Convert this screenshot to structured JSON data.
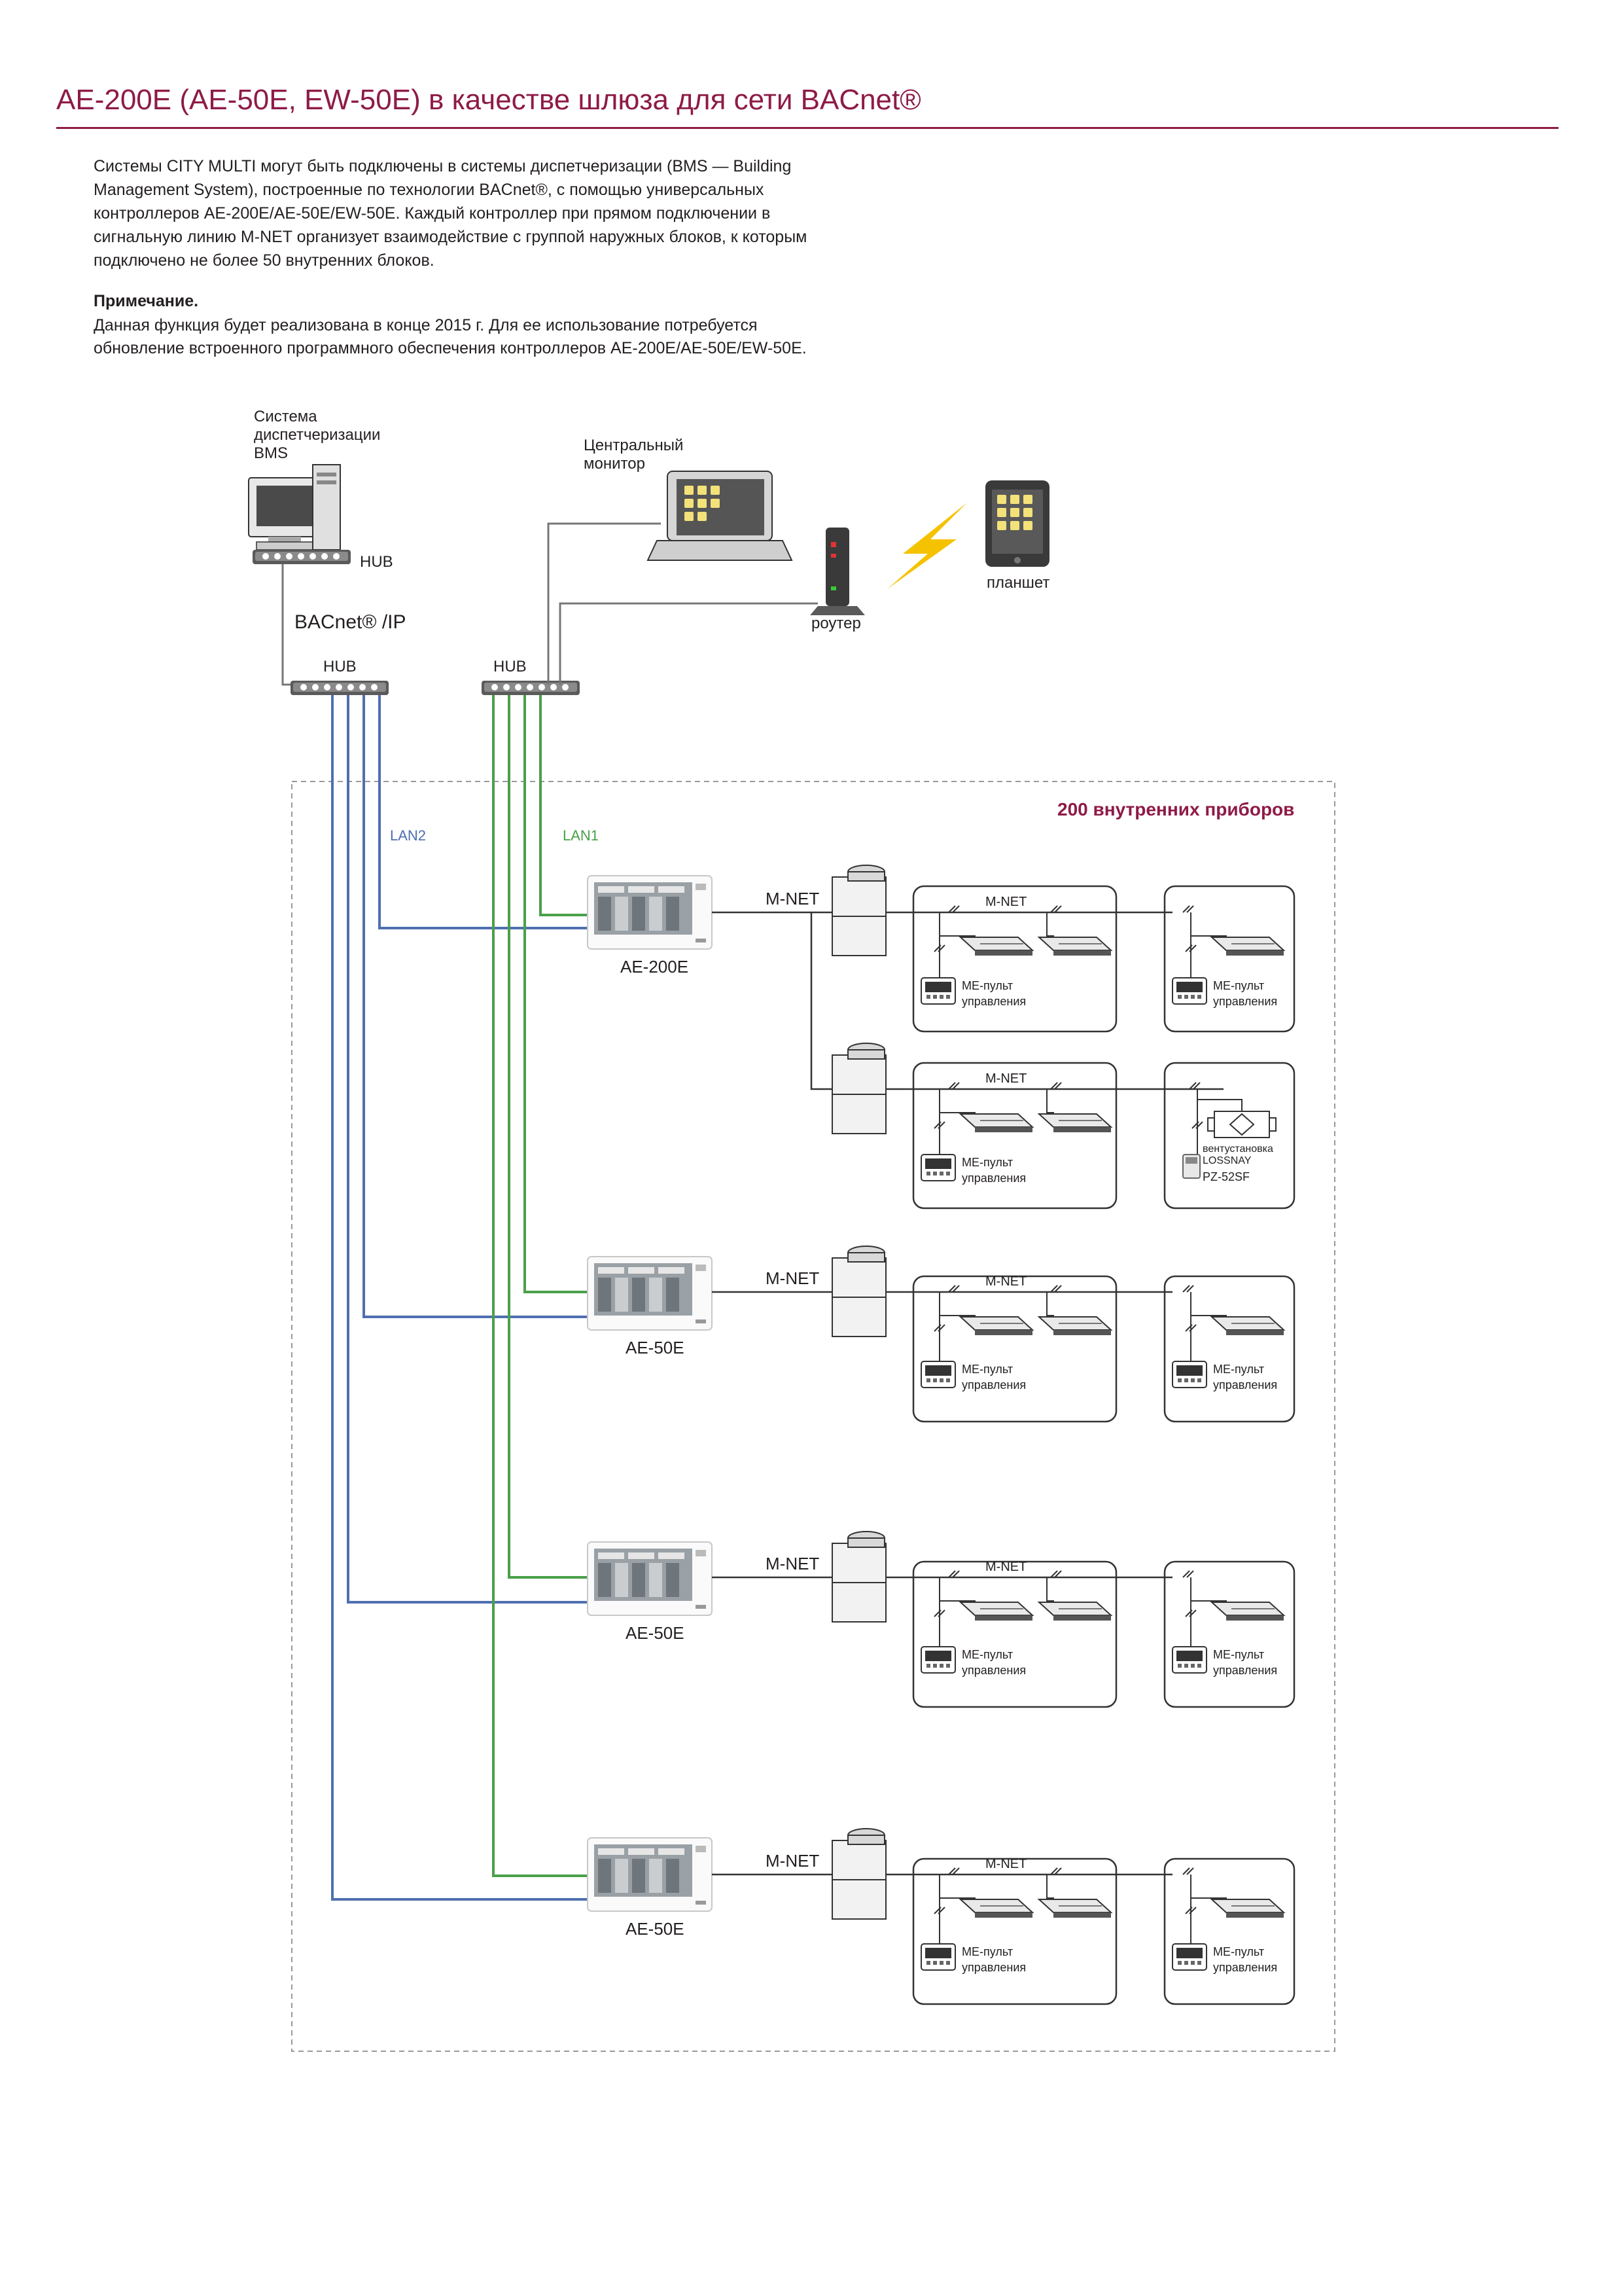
{
  "page": {
    "title": "AE-200E (AE-50E, EW-50E) в качестве шлюза для сети BACnet®",
    "paragraph": "Системы CITY MULTI могут быть подключены в системы диспетчеризации (BMS — Building\nManagement System), построенные по технологии BACnet®, с помощью универсальных\nконтроллеров AE-200E/AE-50E/EW-50E. Каждый контроллер при прямом подключении в\nсигнальную линию M-NET организует взаимодействие с группой наружных блоков, к которым\nподключено не более 50 внутренних блоков.",
    "note_heading": "Примечание.",
    "note_text": "Данная функция будет реализована в конце 2015 г. Для ее использование потребуется\nобновление встроенного программного обеспечения контроллеров AE-200E/AE-50E/EW-50E."
  },
  "diagram": {
    "bms_label": [
      "Система",
      "диспетчеризации",
      "BMS"
    ],
    "hub_label": "HUB",
    "bacnet_label": "BACnet® /IP",
    "monitor_label": [
      "Центральный",
      "монитор"
    ],
    "router_label": "роутер",
    "tablet_label": "планшет",
    "area_label": "200 внутренних приборов",
    "lan1_label": "LAN1",
    "lan2_label": "LAN2",
    "mnet_label": "M-NET",
    "controllers": [
      "AE-200E",
      "AE-50E",
      "AE-50E",
      "AE-50E"
    ],
    "remote_label": [
      "МЕ-пульт",
      "управления"
    ],
    "lossnay_label": [
      "вентустановка",
      "LOSSNAY"
    ],
    "pz_label": "PZ-52SF",
    "colors": {
      "accent": "#8e1b47",
      "lan1": "#4aa04a",
      "lan2": "#4f6fb0",
      "wire": "#3a3a3a"
    }
  }
}
